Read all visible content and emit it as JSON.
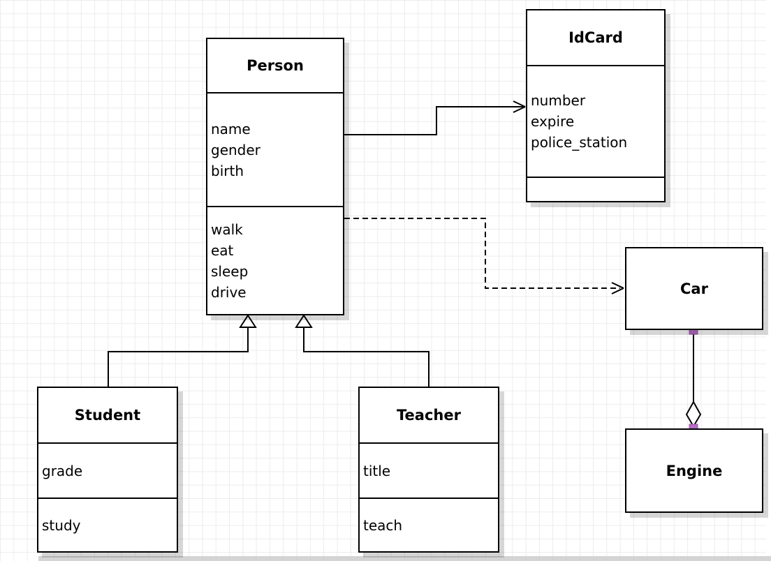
{
  "diagram": {
    "classes": {
      "person": {
        "title": "Person",
        "attributes": [
          "name",
          "gender",
          "birth"
        ],
        "methods": [
          "walk",
          "eat",
          "sleep",
          "drive"
        ]
      },
      "idcard": {
        "title": "IdCard",
        "attributes": [
          "number",
          "expire",
          "police_station"
        ],
        "methods": []
      },
      "car": {
        "title": "Car"
      },
      "engine": {
        "title": "Engine"
      },
      "student": {
        "title": "Student",
        "attributes": [
          "grade"
        ],
        "methods": [
          "study"
        ]
      },
      "teacher": {
        "title": "Teacher",
        "attributes": [
          "title"
        ],
        "methods": [
          "teach"
        ]
      }
    },
    "relationships": [
      {
        "type": "association",
        "from": "Person",
        "to": "IdCard",
        "line": "solid",
        "arrow": "open"
      },
      {
        "type": "dependency",
        "from": "Person",
        "to": "Car",
        "line": "dashed",
        "arrow": "open"
      },
      {
        "type": "generalization",
        "from": "Student",
        "to": "Person",
        "line": "solid",
        "arrow": "hollow-triangle"
      },
      {
        "type": "generalization",
        "from": "Teacher",
        "to": "Person",
        "line": "solid",
        "arrow": "hollow-triangle"
      },
      {
        "type": "aggregation",
        "from": "Car",
        "to": "Engine",
        "line": "solid",
        "arrow": "hollow-diamond"
      }
    ],
    "colors": {
      "stroke": "#000000",
      "box_fill": "#ffffff",
      "shadow": "#cfcfcf",
      "grid_line": "#ececec",
      "connection_handle": "#b76cc4"
    }
  }
}
